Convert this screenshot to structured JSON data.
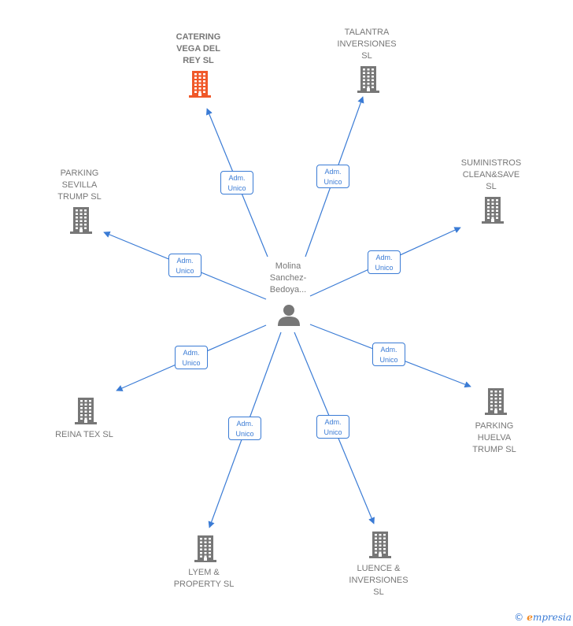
{
  "center": {
    "name": "Molina\nSanchez-\nBedoya..."
  },
  "edge_label": "Adm.\nUnico",
  "companies": [
    {
      "id": "catering",
      "name": "CATERING\nVEGA DEL\nREY  SL",
      "highlight": true
    },
    {
      "id": "talantra",
      "name": "TALANTRA\nINVERSIONES\nSL",
      "highlight": false
    },
    {
      "id": "suministros",
      "name": "SUMINISTROS\nCLEAN&SAVE\nSL",
      "highlight": false
    },
    {
      "id": "parking-huelva",
      "name": "PARKING\nHUELVA\nTRUMP  SL",
      "highlight": false
    },
    {
      "id": "luence",
      "name": "LUENCE &\nINVERSIONES\nSL",
      "highlight": false
    },
    {
      "id": "lyem",
      "name": "LYEM &\nPROPERTY  SL",
      "highlight": false
    },
    {
      "id": "reina",
      "name": "REINA TEX  SL",
      "highlight": false
    },
    {
      "id": "parking-sevilla",
      "name": "PARKING\nSEVILLA\nTRUMP  SL",
      "highlight": false
    }
  ],
  "colors": {
    "edge": "#3a7bd5",
    "building": "#777777",
    "building_highlight": "#f0592a",
    "person": "#777777"
  },
  "footer": {
    "copyright": "©",
    "brand_initial": "e",
    "brand_rest": "mpresia"
  }
}
